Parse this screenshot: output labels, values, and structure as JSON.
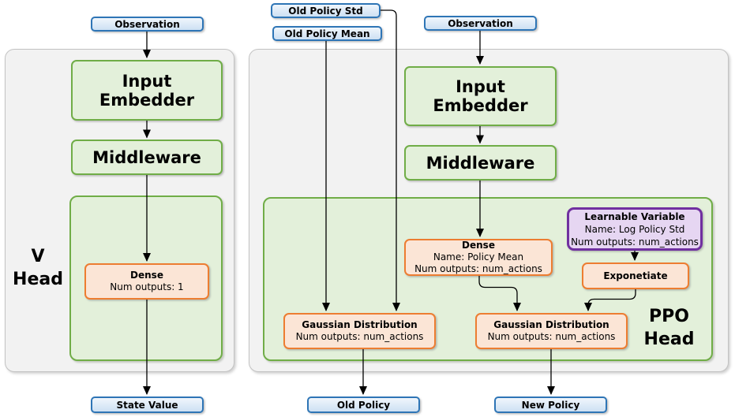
{
  "v_head": {
    "observation": "Observation",
    "input_embedder": "Input Embedder",
    "middleware": "Middleware",
    "dense_title": "Dense",
    "dense_outputs": "Num outputs: 1",
    "state_value": "State Value",
    "label_line1": "V",
    "label_line2": "Head"
  },
  "ppo_head": {
    "old_policy_std": "Old Policy Std",
    "old_policy_mean": "Old Policy Mean",
    "observation": "Observation",
    "input_embedder": "Input Embedder",
    "middleware": "Middleware",
    "dense_title": "Dense",
    "dense_name": "Name: Policy Mean",
    "dense_outputs": "Num outputs: num_actions",
    "learnable_title": "Learnable Variable",
    "learnable_name": "Name: Log Policy Std",
    "learnable_outputs": "Num outputs: num_actions",
    "exponetiate": "Exponetiate",
    "gaussian_old_title": "Gaussian Distribution",
    "gaussian_old_outputs": "Num outputs: num_actions",
    "gaussian_new_title": "Gaussian Distribution",
    "gaussian_new_outputs": "Num outputs: num_actions",
    "old_policy": "Old Policy",
    "new_policy": "New Policy",
    "label_line1": "PPO",
    "label_line2": "Head"
  },
  "colors": {
    "blue_border": "#2e75b6",
    "blue_fill_top": "#f0f6fc",
    "blue_fill_bot": "#cde0f3",
    "green_border": "#70ad47",
    "green_fill": "#e3f0da",
    "orange_border": "#ed7d31",
    "orange_fill": "#fbe5d6",
    "purple_border": "#7030a0",
    "purple_fill": "#e6d6f2",
    "panel_fill": "#f2f2f2",
    "panel_border": "#c3c3c3",
    "wire": "#000000"
  }
}
